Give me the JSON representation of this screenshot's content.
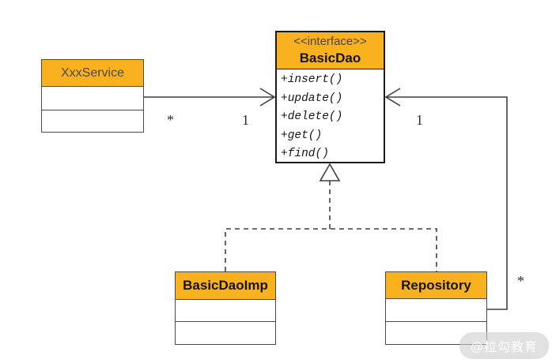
{
  "diagram": {
    "interface_box": {
      "stereotype": "<<interface>>",
      "name": "BasicDao",
      "methods": [
        "+insert()",
        "+update()",
        "+delete()",
        "+get()",
        "+find()"
      ]
    },
    "service_box": {
      "name": "XxxService"
    },
    "impl_box": {
      "name": "BasicDaoImp"
    },
    "repository_box": {
      "name": "Repository"
    },
    "associations": {
      "service_to_dao": {
        "from_multiplicity": "*",
        "to_multiplicity": "1"
      },
      "repository_to_dao": {
        "from_multiplicity": "*",
        "to_multiplicity": "1"
      }
    },
    "colors": {
      "header_fill": "#F9B11E",
      "box_border": "#4a4a4a",
      "interface_border": "#1a1a1a",
      "line": "#3f3f3f"
    }
  },
  "watermark": {
    "text": "@拉勾教育"
  }
}
